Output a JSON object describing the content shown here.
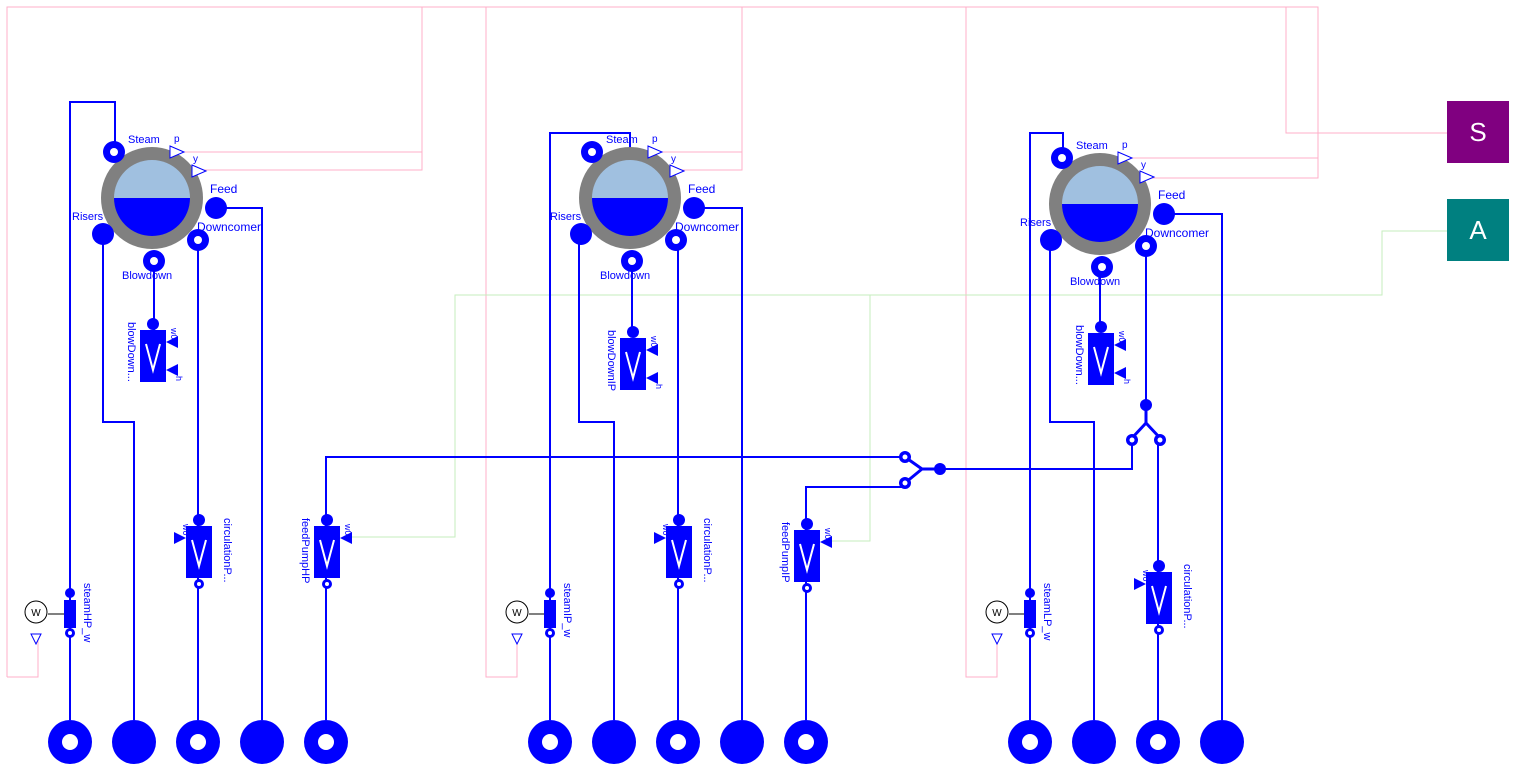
{
  "drums": [
    {
      "labels": {
        "steam": "Steam",
        "risers": "Risers",
        "feed": "Feed",
        "downcomer": "Downcomer",
        "blowdown": "Blowdown",
        "p": "p",
        "y": "y"
      }
    },
    {
      "labels": {
        "steam": "Steam",
        "risers": "Risers",
        "feed": "Feed",
        "downcomer": "Downcomer",
        "blowdown": "Blowdown",
        "p": "p",
        "y": "y"
      }
    },
    {
      "labels": {
        "steam": "Steam",
        "risers": "Risers",
        "feed": "Feed",
        "downcomer": "Downcomer",
        "blowdown": "Blowdown",
        "p": "p",
        "y": "y"
      }
    }
  ],
  "pumps": [
    {
      "label": "blowDown...",
      "port_w": "w0",
      "port_h": "h"
    },
    {
      "label": "blowDownIP",
      "port_w": "w0",
      "port_h": "h"
    },
    {
      "label": "blowDown...",
      "port_w": "w0",
      "port_h": "h"
    },
    {
      "label": "circulationP...",
      "port_w": "w0"
    },
    {
      "label": "feedPumpHP",
      "port_w": "w0"
    },
    {
      "label": "circulationP...",
      "port_w": "w0"
    },
    {
      "label": "feedPumpIP",
      "port_w": "w0"
    },
    {
      "label": "circulationP...",
      "port_w": "w0"
    }
  ],
  "steam_sensors": [
    {
      "label": "steamHP_w",
      "symbol": "W"
    },
    {
      "label": "steamIP_w",
      "symbol": "W"
    },
    {
      "label": "steamLP_w",
      "symbol": "W"
    }
  ],
  "buses": {
    "sensors": {
      "label": "S",
      "color": "#800080"
    },
    "actuators": {
      "label": "A",
      "color": "#008080"
    }
  },
  "colors": {
    "fluid": "#0000ff",
    "signal_sensor": "#ffafc9",
    "signal_actuator": "#c6eebd",
    "shell": "#808080",
    "vapor": "#a0c0e0"
  }
}
